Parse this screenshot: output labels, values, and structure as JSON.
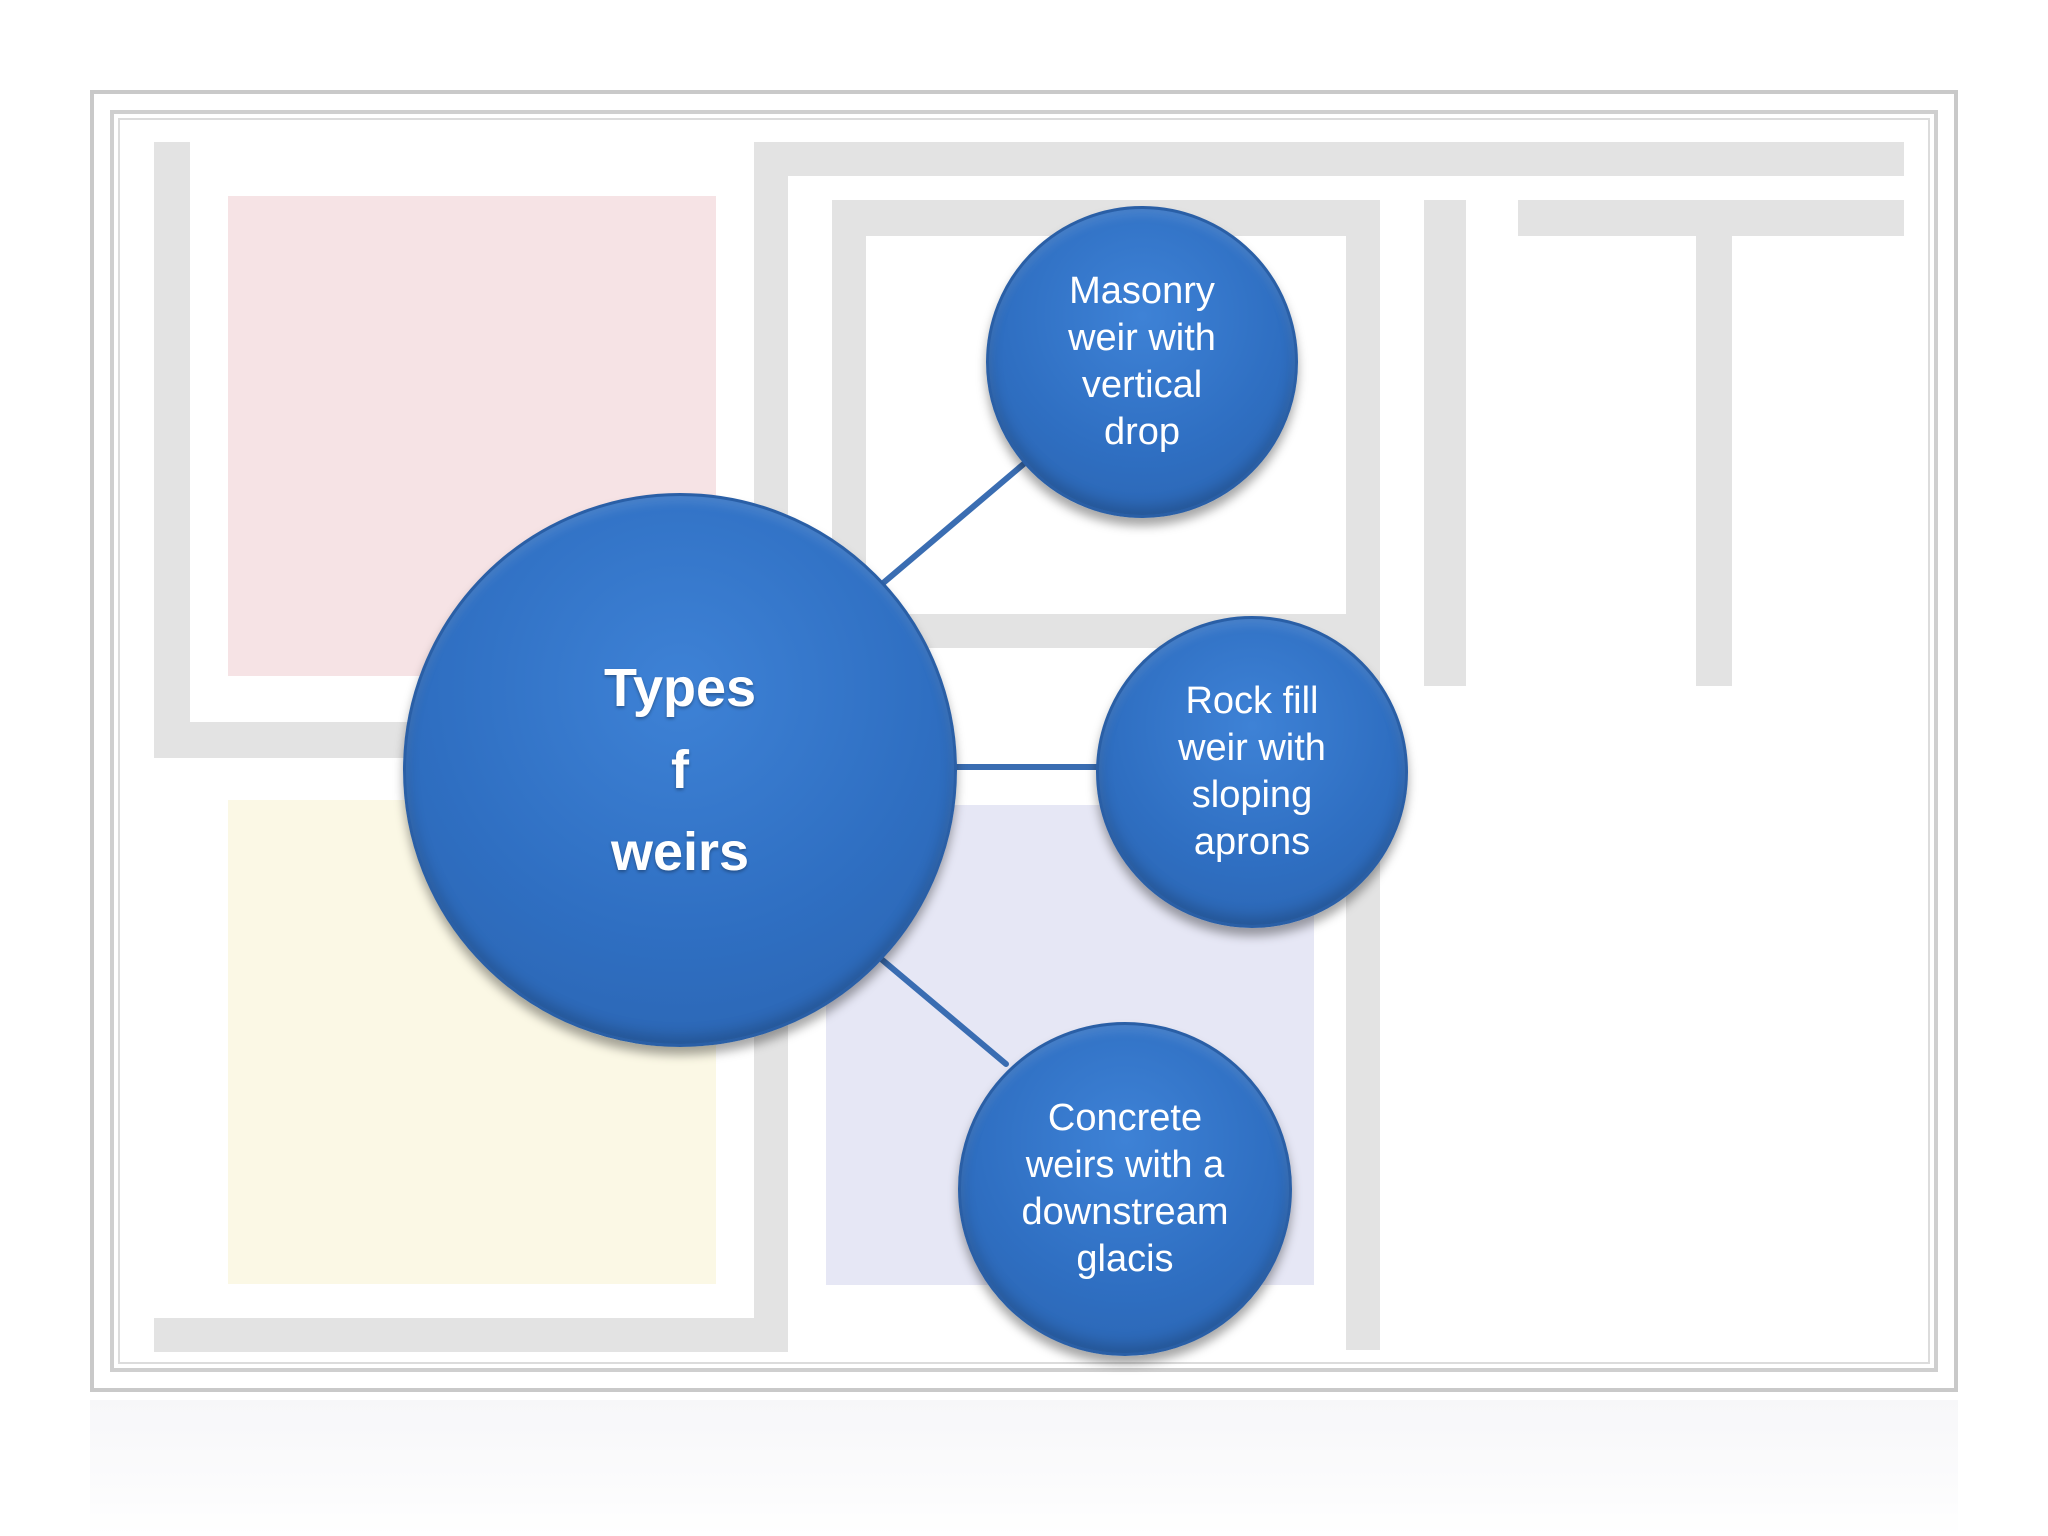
{
  "diagram": {
    "center": {
      "label": "Types\nf\nweirs"
    },
    "branches": [
      {
        "label": "Masonry\nweir with\nvertical\ndrop"
      },
      {
        "label": "Rock fill\nweir with\nsloping\naprons"
      },
      {
        "label": "Concrete\nweirs with a\ndownstream\nglacis"
      }
    ]
  },
  "colors": {
    "node_fill": "#2f6fc2",
    "node_border": "#2a5fa6",
    "connector": "#3a6db2",
    "frame": "#c9c9c9",
    "watermark_gray": "#e3e3e3",
    "watermark_pink": "#f6e3e5",
    "watermark_yellow": "#fbf8e5",
    "watermark_lavender": "#e6e7f5"
  }
}
